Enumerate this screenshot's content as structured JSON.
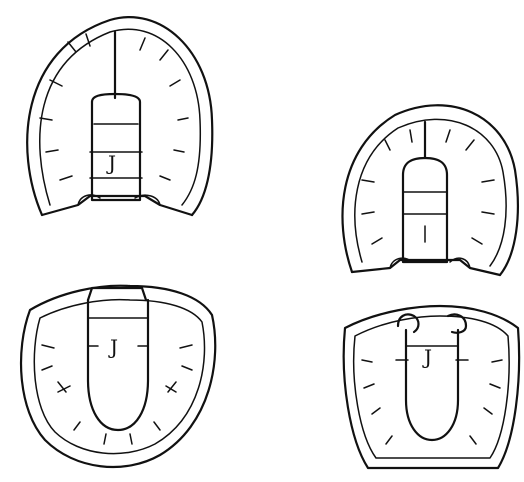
{
  "figure": {
    "panels": [
      {
        "label": "J"
      },
      {
        "label": ""
      },
      {
        "label": "J"
      },
      {
        "label": "J"
      }
    ]
  },
  "colors": {
    "ink": "#111111",
    "background": "#ffffff"
  }
}
